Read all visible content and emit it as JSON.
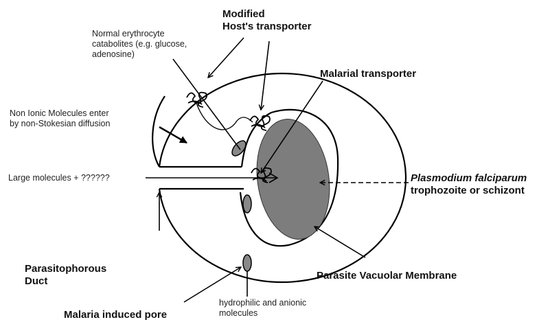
{
  "labels": {
    "modified_host_line1": "Modified",
    "modified_host_line2": "Host's transporter",
    "normal_line1": "Normal erythrocyte",
    "normal_line2": "catabolites (e.g. glucose,",
    "normal_line3": "adenosine)",
    "malarial_transporter": "Malarial transporter",
    "non_ionic_line1": "Non Ionic Molecules enter",
    "non_ionic_line2": "by non-Stokesian diffusion",
    "large_molecules": "Large molecules +  ??????",
    "plasmodium_line1": "Plasmodium falciparum",
    "plasmodium_line2": "trophozoite or schizont",
    "duct_line1": "Parasitophorous",
    "duct_line2": "Duct",
    "vacuolar_membrane": "Parasite Vacuolar Membrane",
    "pore": "Malaria induced pore",
    "hydrophilic_line1": "hydrophilic and anionic",
    "hydrophilic_line2": "molecules"
  },
  "colors": {
    "parasite_fill": "#7d7d7d",
    "membrane": "#000000"
  }
}
